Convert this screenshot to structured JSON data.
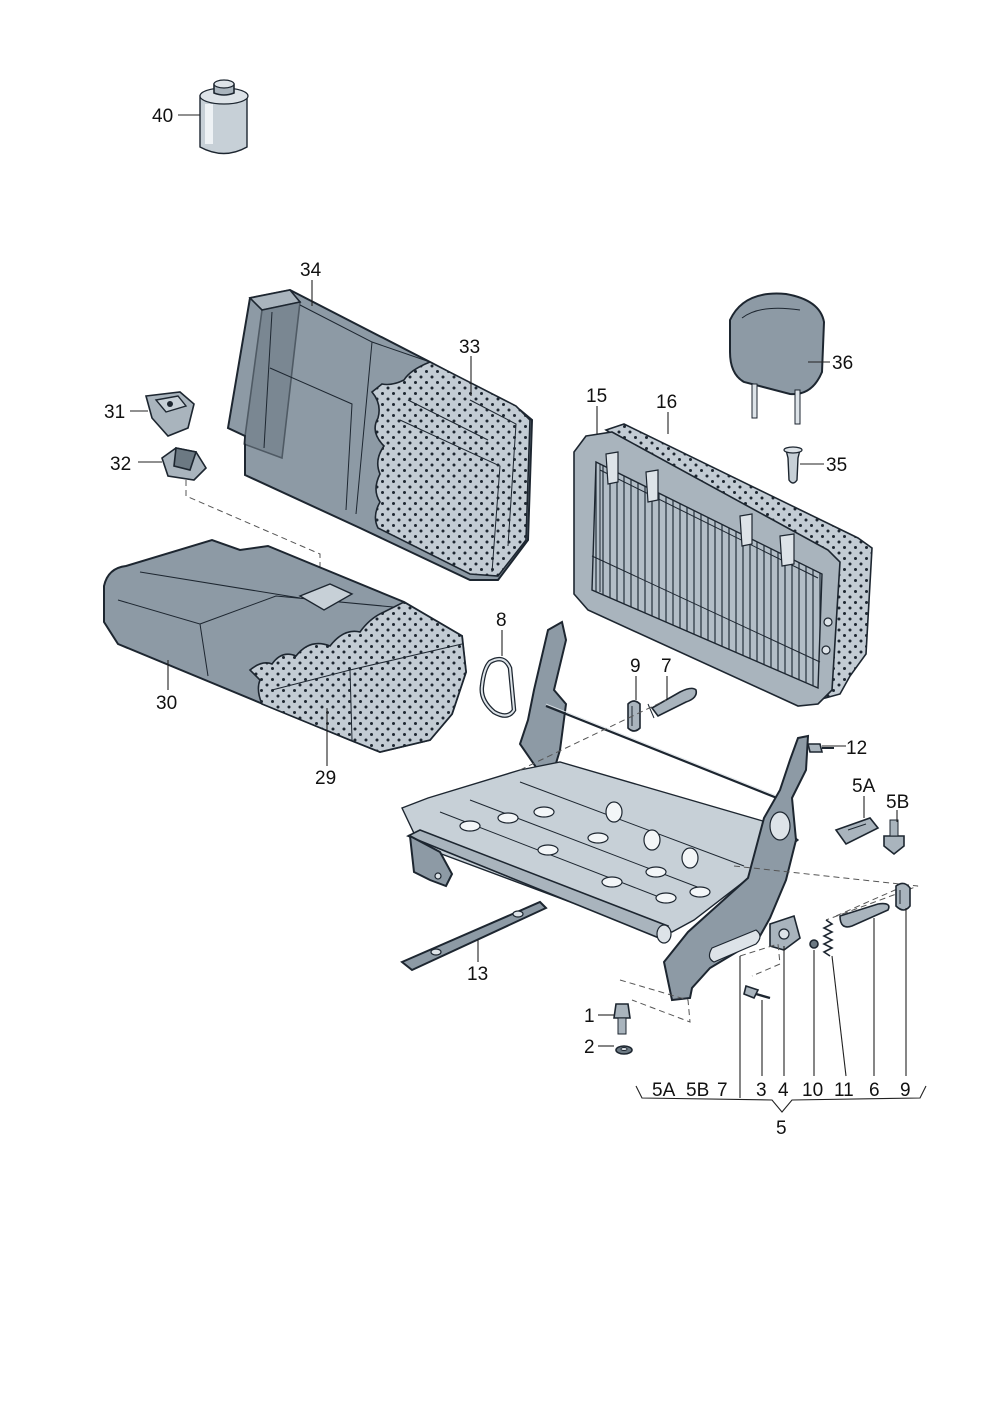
{
  "diagram": {
    "callouts": {
      "c40": "40",
      "c34": "34",
      "c33": "33",
      "c31": "31",
      "c32": "32",
      "c15": "15",
      "c16": "16",
      "c36": "36",
      "c35": "35",
      "c8": "8",
      "c9a": "9",
      "c7a": "7",
      "c30": "30",
      "c29": "29",
      "c12": "12",
      "c5A_top": "5A",
      "c5B_top": "5B",
      "c13": "13",
      "c1": "1",
      "c2": "2",
      "bracket": {
        "i5A": "5A",
        "i5B": "5B",
        "i7": "7",
        "i3": "3",
        "i4": "4",
        "i10": "10",
        "i11": "11",
        "i6": "6",
        "i9": "9",
        "group": "5"
      }
    }
  }
}
